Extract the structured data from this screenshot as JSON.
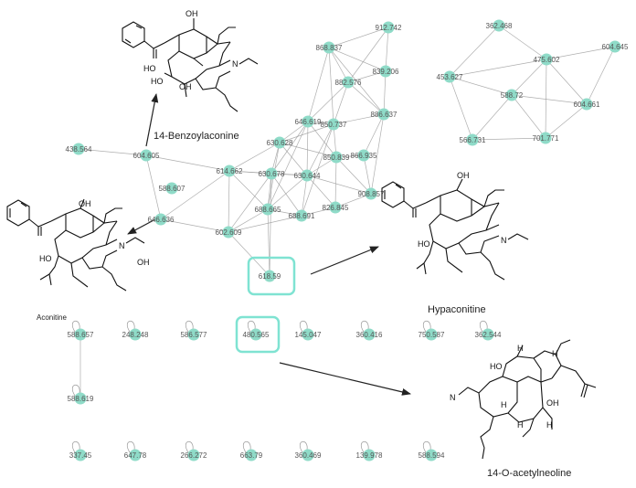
{
  "network": {
    "node_color": "#8fdbc8",
    "edge_color": "#9a9a9a",
    "highlight_color": "#7fe3d2",
    "nodes": [
      {
        "id": "n912_742",
        "label": "912.742"
      },
      {
        "id": "n868_837",
        "label": "868.837"
      },
      {
        "id": "n839_206",
        "label": "839.206"
      },
      {
        "id": "n882_576",
        "label": "882.576"
      },
      {
        "id": "n886_637",
        "label": "886.637"
      },
      {
        "id": "n646_619",
        "label": "646.619"
      },
      {
        "id": "n850_737",
        "label": "850.737"
      },
      {
        "id": "n630_628",
        "label": "630.628"
      },
      {
        "id": "n866_935",
        "label": "866.935"
      },
      {
        "id": "n850_839",
        "label": "850.839"
      },
      {
        "id": "n604_605",
        "label": "604.605"
      },
      {
        "id": "n438_564",
        "label": "438.564"
      },
      {
        "id": "n614_662",
        "label": "614.662"
      },
      {
        "id": "n630_678",
        "label": "630.678"
      },
      {
        "id": "n630_644",
        "label": "630.644"
      },
      {
        "id": "n908_857",
        "label": "908.857"
      },
      {
        "id": "n588_607",
        "label": "588.607"
      },
      {
        "id": "n826_845",
        "label": "826.845"
      },
      {
        "id": "n646_636",
        "label": "646.636"
      },
      {
        "id": "n688_665",
        "label": "688.665"
      },
      {
        "id": "n688_691",
        "label": "688.691"
      },
      {
        "id": "n602_609",
        "label": "602.609"
      },
      {
        "id": "n618_59",
        "label": "618.59"
      },
      {
        "id": "n362_468",
        "label": "362.468"
      },
      {
        "id": "n604_645",
        "label": "604.645"
      },
      {
        "id": "n475_602",
        "label": "475.602"
      },
      {
        "id": "n453_627",
        "label": "453.627"
      },
      {
        "id": "n588_72",
        "label": "588.72"
      },
      {
        "id": "n604_661",
        "label": "604.661"
      },
      {
        "id": "n566_731",
        "label": "566.731"
      },
      {
        "id": "n701_771",
        "label": "701.771"
      },
      {
        "id": "n588_657",
        "label": "588.657"
      },
      {
        "id": "n248_248",
        "label": "248.248"
      },
      {
        "id": "n586_577",
        "label": "586.577"
      },
      {
        "id": "n480_565",
        "label": "480.565"
      },
      {
        "id": "n145_047",
        "label": "145.047"
      },
      {
        "id": "n360_416",
        "label": "360.416"
      },
      {
        "id": "n750_587",
        "label": "750.587"
      },
      {
        "id": "n362_544",
        "label": "362.544"
      },
      {
        "id": "n588_619",
        "label": "588.619"
      },
      {
        "id": "n337_45",
        "label": "337.45"
      },
      {
        "id": "n647_78",
        "label": "647.78"
      },
      {
        "id": "n266_272",
        "label": "266.272"
      },
      {
        "id": "n663_79",
        "label": "663.79"
      },
      {
        "id": "n360_469",
        "label": "360.469"
      },
      {
        "id": "n139_978",
        "label": "139.978"
      },
      {
        "id": "n588_594",
        "label": "588.594"
      }
    ]
  },
  "compounds": {
    "benzoylaconine": "14-Benzoylaconine",
    "aconitine": "Aconitine",
    "hypaconitine": "Hypaconitine",
    "acetylneoline": "14-O-acetylneoline"
  },
  "atoms": {
    "oh": "OH",
    "ho": "HO",
    "n": "N",
    "h": "H"
  }
}
